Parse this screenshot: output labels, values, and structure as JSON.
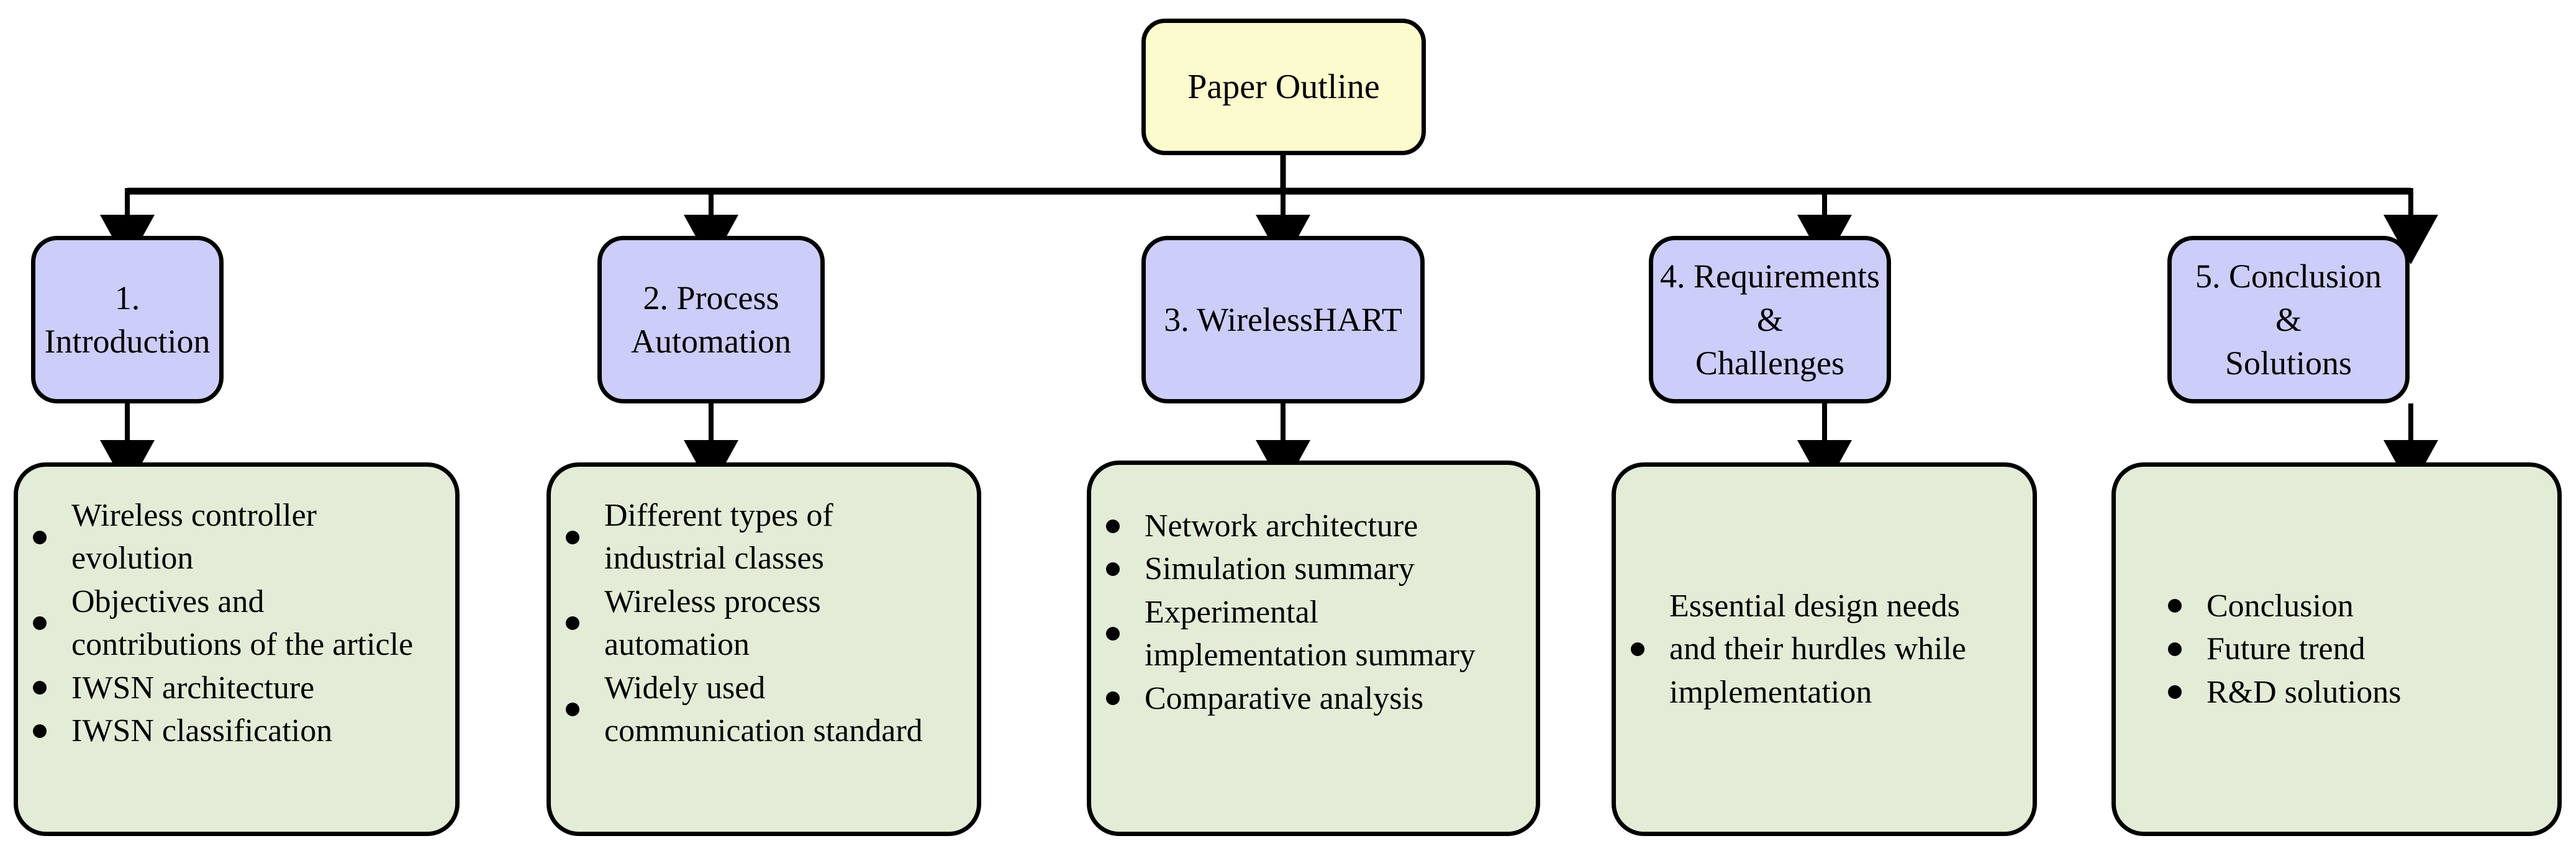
{
  "diagram": {
    "title": "Paper Outline",
    "root": {
      "label": "Paper Outline",
      "fill": "#fbfbcd"
    },
    "colors": {
      "root_fill": "#fbfbcd",
      "section_fill": "#cccdf8",
      "detail_fill": "#e2ecd6",
      "stroke": "#000000",
      "background": "#ffffff",
      "text": "#000000"
    },
    "sections": [
      {
        "label": "1. Introduction",
        "details": [
          "Wireless controller evolution",
          "Objectives and contributions of the article",
          "IWSN architecture",
          "IWSN classification"
        ]
      },
      {
        "label": "2. Process\nAutomation",
        "details": [
          "Different types of industrial classes",
          "Wireless process automation",
          "Widely used communication standard"
        ]
      },
      {
        "label": "3. WirelessHART",
        "details": [
          "Network architecture",
          "Simulation summary",
          "Experimental implementation summary",
          "Comparative analysis"
        ]
      },
      {
        "label": "4. Requirements\n&\nChallenges",
        "details": [
          "Essential design needs and their hurdles while implementation"
        ]
      },
      {
        "label": "5. Conclusion\n&\nSolutions",
        "details": [
          "Conclusion",
          "Future trend",
          "R&D solutions"
        ]
      }
    ]
  }
}
